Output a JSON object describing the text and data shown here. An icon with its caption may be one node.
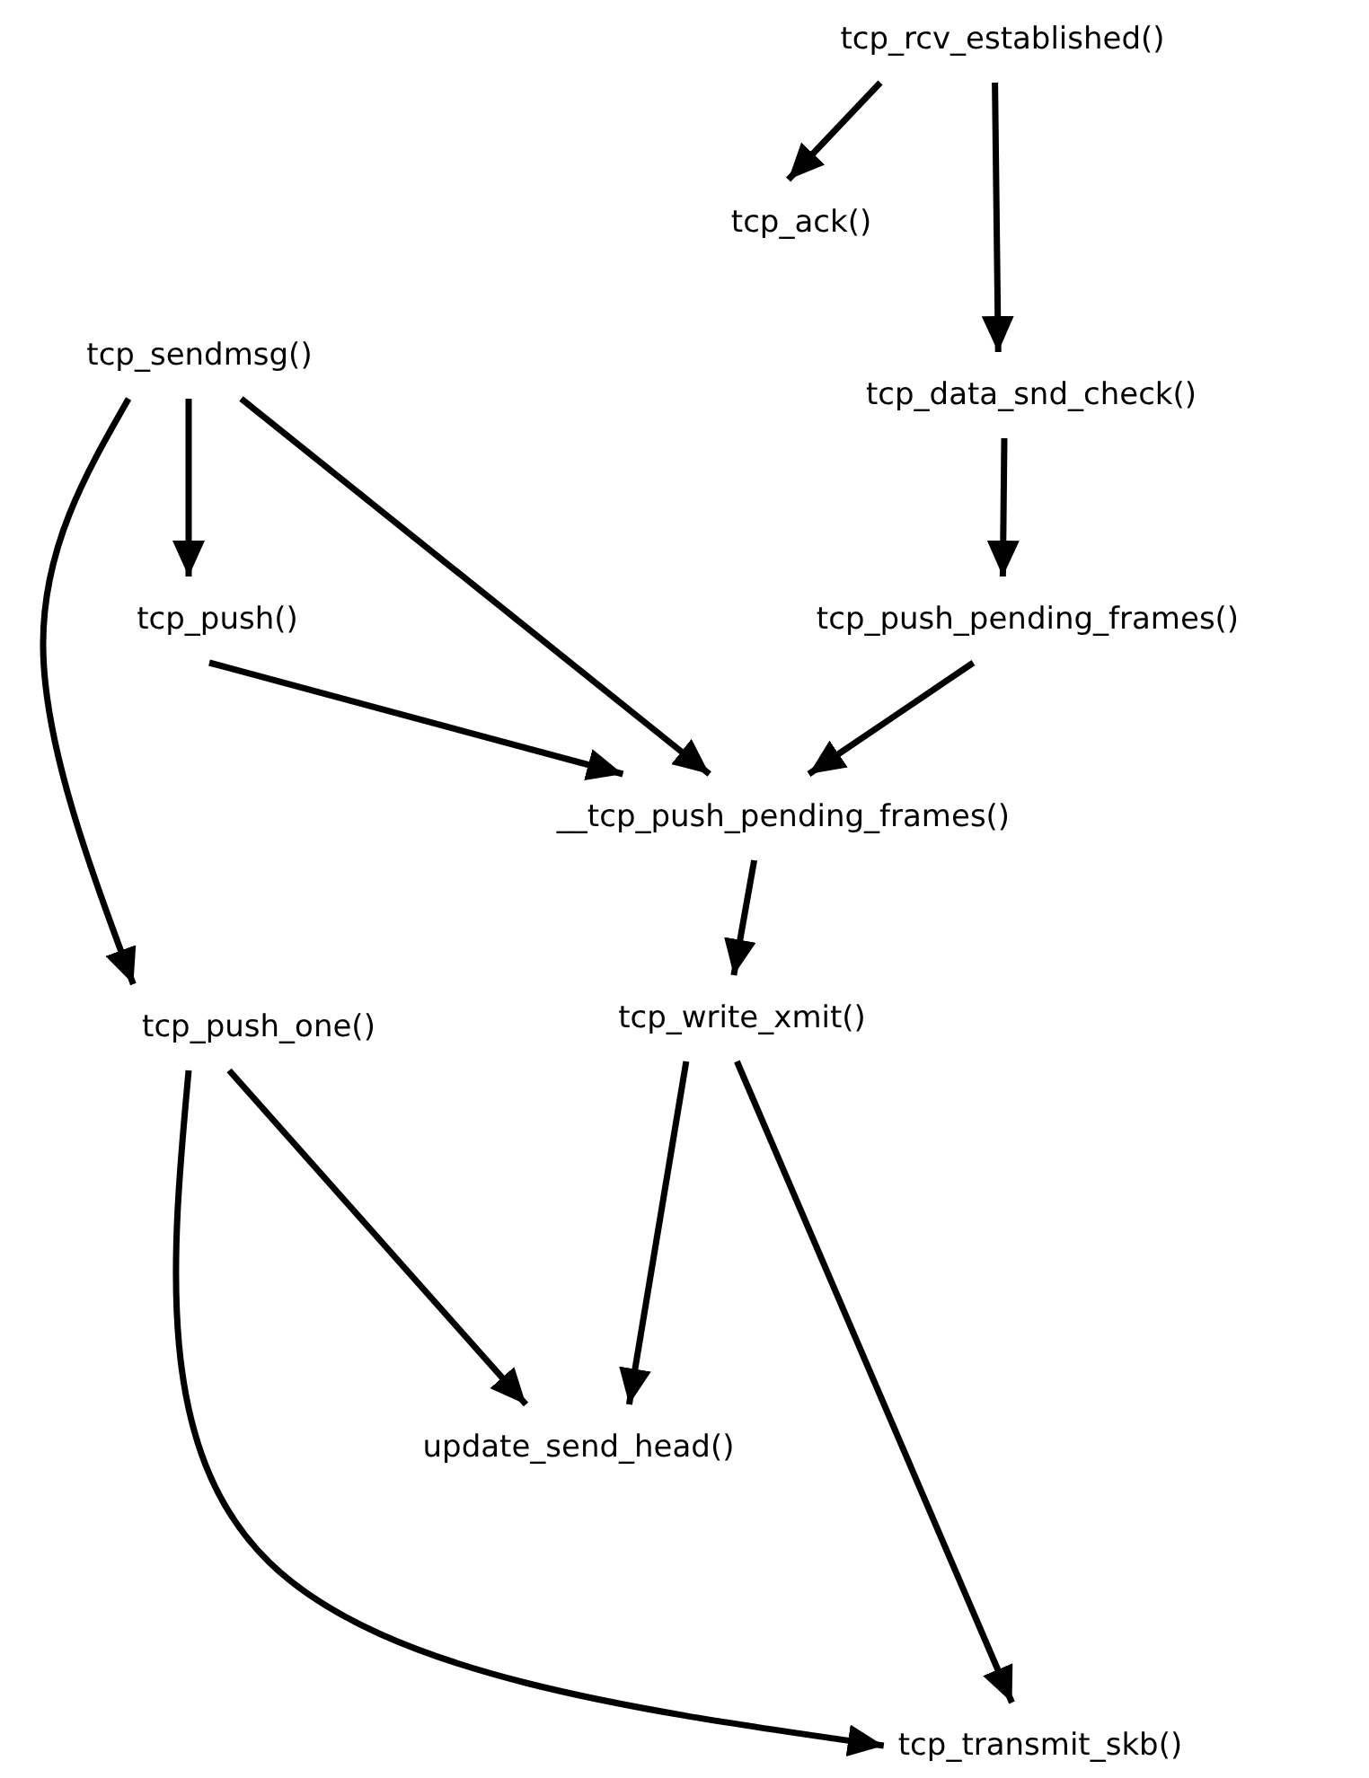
{
  "diagram": {
    "nodes": [
      {
        "text": [
          "tcp_rcv_established()"
        ]
      },
      {
        "text": [
          "tcp_ack()"
        ]
      },
      {
        "text": [
          "tcp_sendmsg()"
        ]
      },
      {
        "text": [
          "tcp_data_snd_check()"
        ]
      },
      {
        "text": [
          "tcp_push()"
        ]
      },
      {
        "text": [
          "tcp_push_pending_frames()"
        ]
      },
      {
        "text": [
          "__tcp_push_pending_frames()"
        ]
      },
      {
        "text": [
          "tcp_push_one()"
        ]
      },
      {
        "text": [
          "tcp_write_xmit()"
        ]
      },
      {
        "text": [
          "update_send_head()"
        ]
      },
      {
        "text": [
          "tcp_transmit_skb()"
        ]
      }
    ],
    "edges": [
      {
        "from": 0,
        "to": 1,
        "arrow": "to"
      },
      {
        "from": 0,
        "to": 3,
        "arrow": "to"
      },
      {
        "from": 2,
        "to": 4,
        "arrow": "to"
      },
      {
        "from": 2,
        "to": 6,
        "arrow": "to"
      },
      {
        "from": 2,
        "to": 7,
        "arrow": "to"
      },
      {
        "from": 3,
        "to": 5,
        "arrow": "to"
      },
      {
        "from": 4,
        "to": 6,
        "arrow": "to"
      },
      {
        "from": 5,
        "to": 6,
        "arrow": "to"
      },
      {
        "from": 6,
        "to": 8,
        "arrow": "to"
      },
      {
        "from": 7,
        "to": 9,
        "arrow": "to"
      },
      {
        "from": 7,
        "to": 10,
        "arrow": "to"
      },
      {
        "from": 8,
        "to": 9,
        "arrow": "to"
      },
      {
        "from": 8,
        "to": 10,
        "arrow": "to"
      }
    ]
  }
}
